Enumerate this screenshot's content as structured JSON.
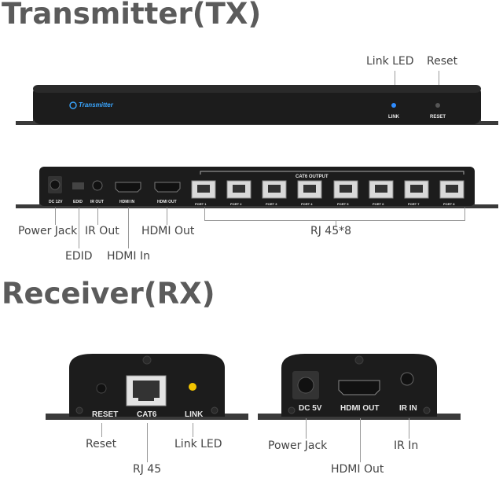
{
  "titles": {
    "transmitter": "Transmitter(TX)",
    "receiver": "Receiver(RX)"
  },
  "tx_front": {
    "brand": "Transmitter",
    "link_port_label": "LINK",
    "reset_port_label": "RESET",
    "callouts": {
      "link_led": "Link LED",
      "reset": "Reset"
    }
  },
  "tx_back": {
    "cat6_output_label": "CAT6 OUTPUT",
    "port_labels": {
      "dc": "DC 12V",
      "edid": "EDID",
      "ir_out": "IR OUT",
      "hdmi_in": "HDMI IN",
      "hdmi_out": "HDMI OUT"
    },
    "rj45_ports": [
      "PORT 1",
      "PORT 2",
      "PORT 3",
      "PORT 4",
      "PORT 5",
      "PORT 6",
      "PORT 7",
      "PORT 8"
    ],
    "callouts": {
      "power_jack": "Power Jack",
      "ir_out": "IR Out",
      "hdmi_out": "HDMI Out",
      "rj45": "RJ 45*8",
      "edid": "EDID",
      "hdmi_in": "HDMI In"
    }
  },
  "rx_left": {
    "port_labels": {
      "reset": "RESET",
      "cat6": "CAT6",
      "link": "LINK"
    },
    "callouts": {
      "reset": "Reset",
      "link_led": "Link LED",
      "rj45": "RJ 45"
    }
  },
  "rx_right": {
    "port_labels": {
      "dc": "DC 5V",
      "hdmi_out": "HDMI OUT",
      "ir_in": "IR IN"
    },
    "callouts": {
      "power_jack": "Power Jack",
      "ir_in": "IR In",
      "hdmi_out": "HDMI Out"
    }
  },
  "colors": {
    "title": "#5b5b5b",
    "device_body": "#1c1c1c",
    "link_led_tx": "#2f8cff",
    "link_led_rx": "#f2c400",
    "brand_text": "#3aa6ff"
  }
}
